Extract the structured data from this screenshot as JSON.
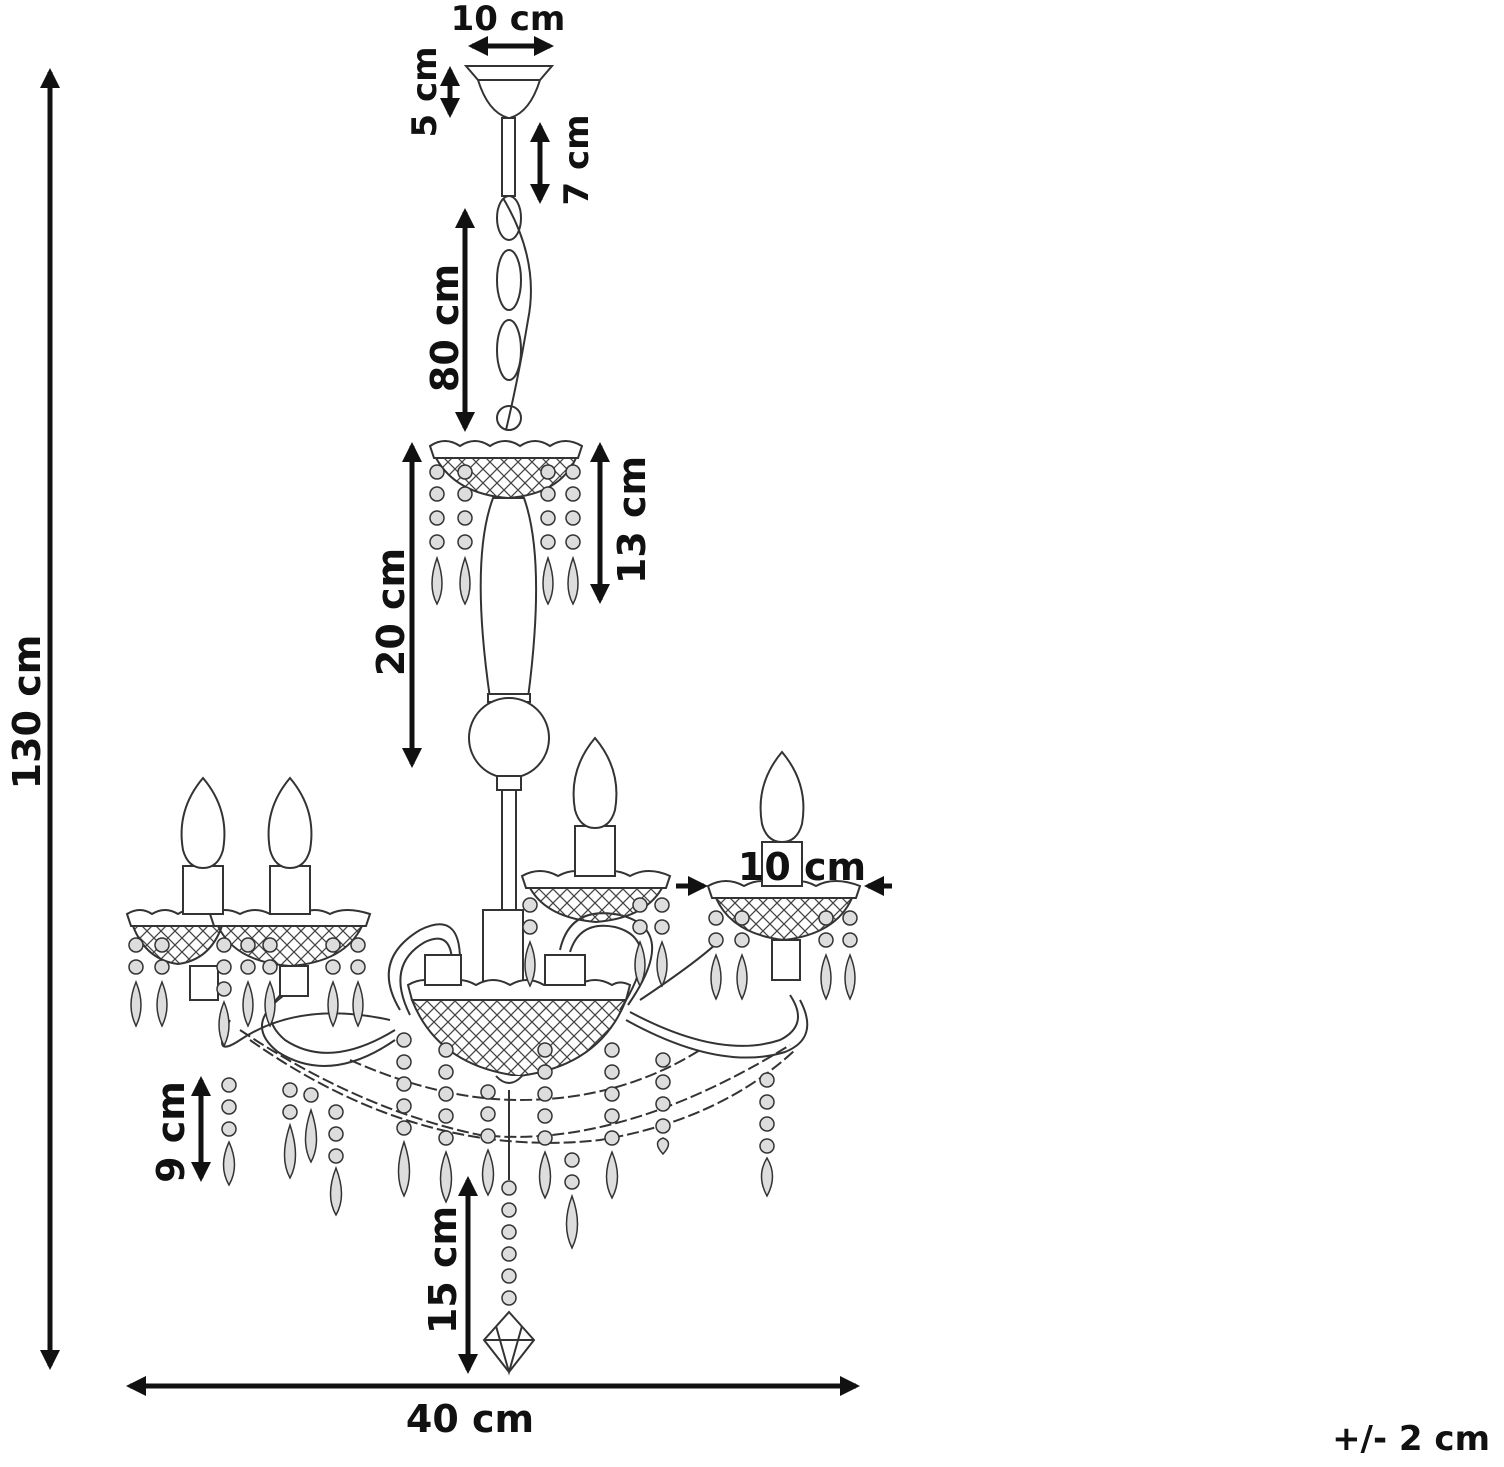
{
  "diagram": {
    "subject": "chandelier-with-candle-arms",
    "colors": {
      "line": "#333333",
      "dimension": "#111111",
      "background": "#ffffff"
    },
    "dimensions": {
      "total_height": "130 cm",
      "canopy_width": "10 cm",
      "canopy_height": "5 cm",
      "rod_length": "7 cm",
      "chain_length": "80 cm",
      "body_height": "20 cm",
      "top_crown_height": "13 cm",
      "cup_width": "10 cm",
      "drop_length": "9 cm",
      "bottom_pendant": "15 cm",
      "total_width": "40 cm"
    },
    "tolerance": "+/- 2 cm"
  }
}
